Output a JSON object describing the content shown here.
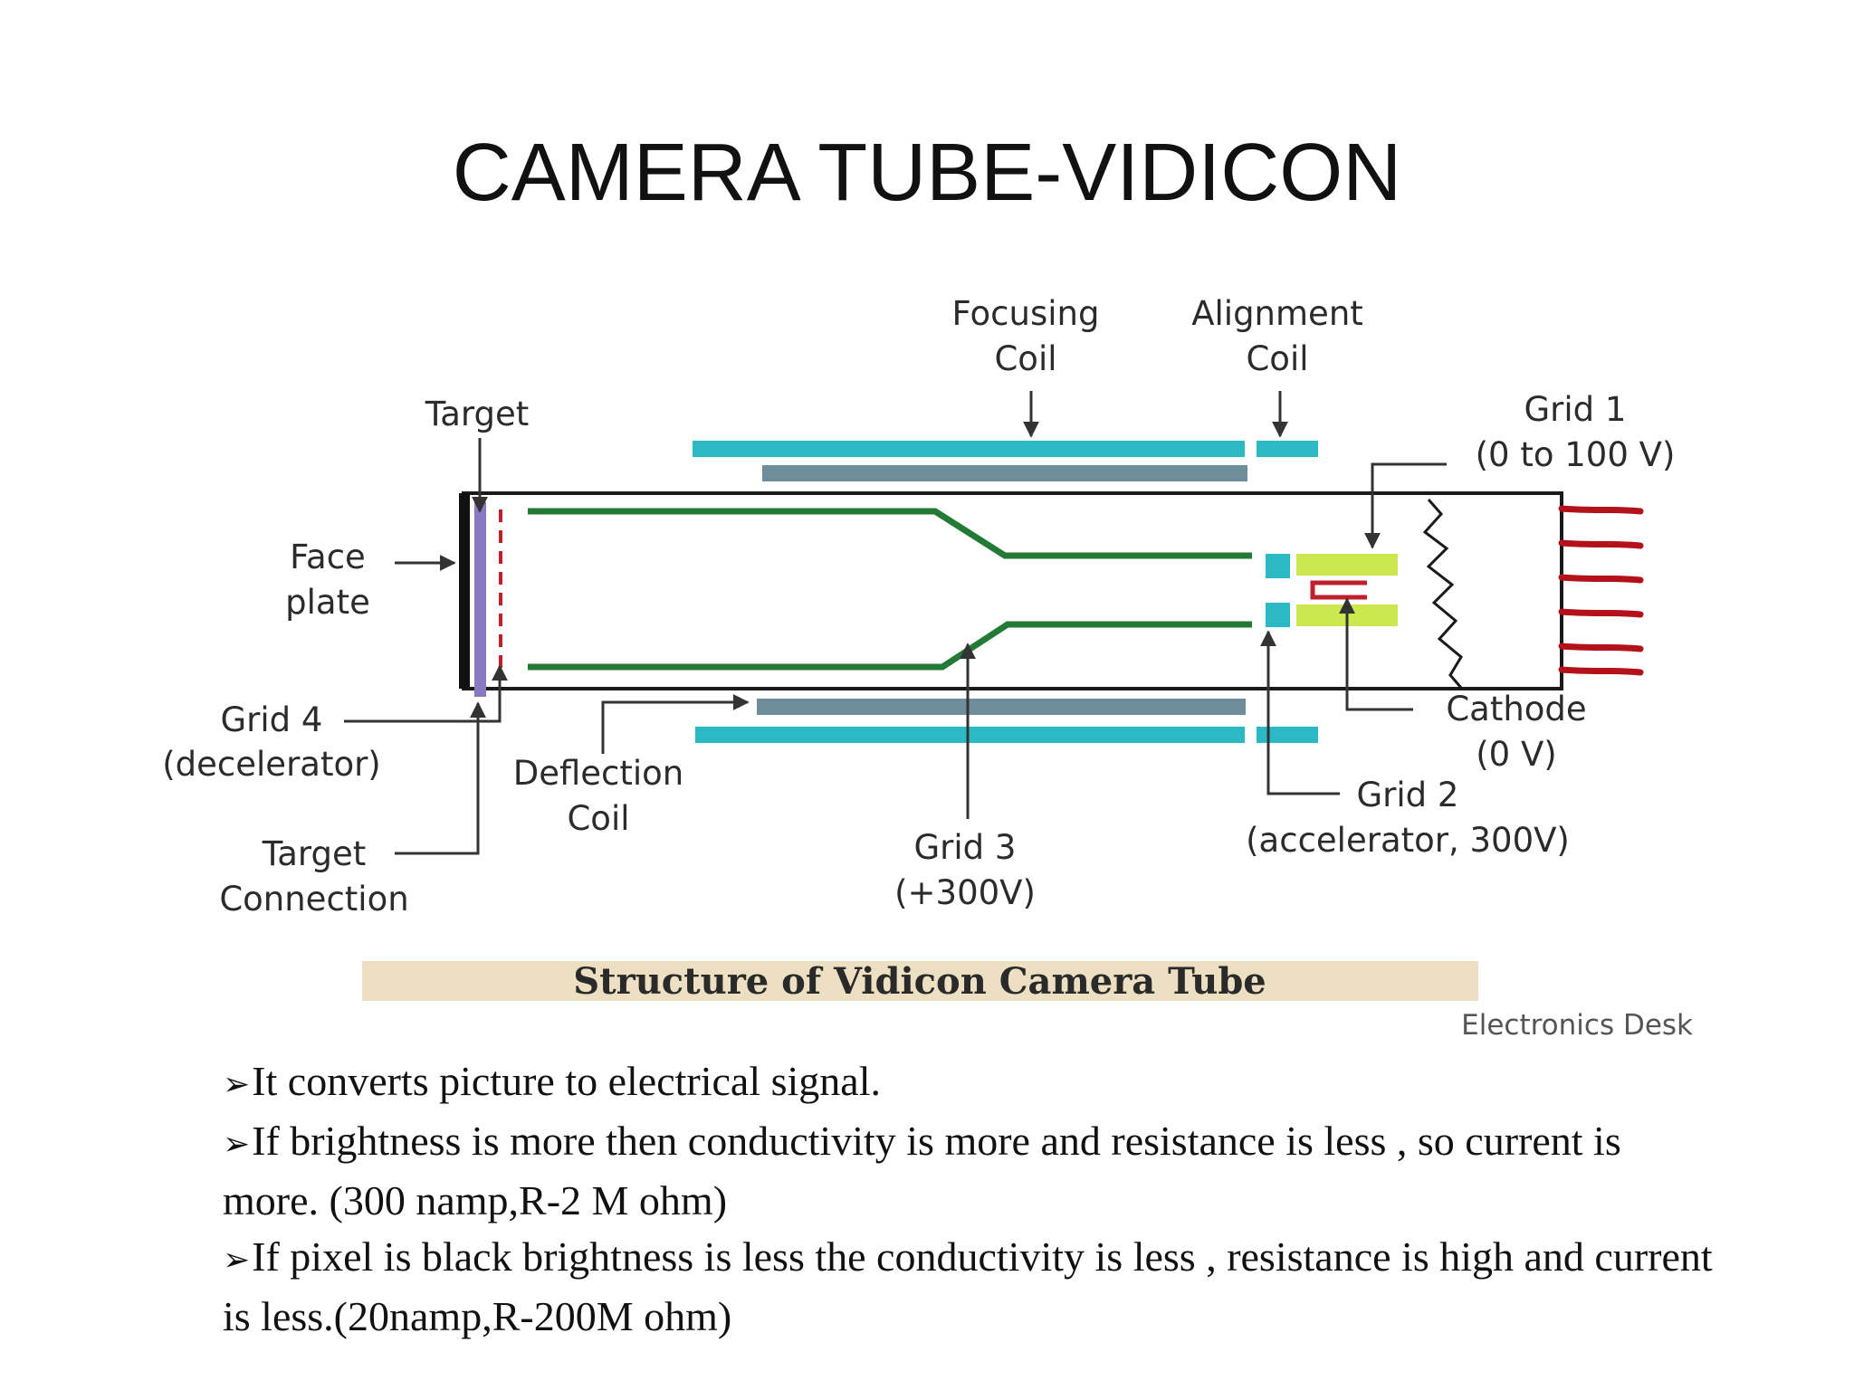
{
  "slide": {
    "title": "CAMERA TUBE-VIDICON"
  },
  "diagram": {
    "labels": {
      "focusing_coil_1": "Focusing",
      "focusing_coil_2": "Coil",
      "alignment_coil_1": "Alignment",
      "alignment_coil_2": "Coil",
      "target": "Target",
      "grid1_1": "Grid 1",
      "grid1_2": "(0 to 100 V)",
      "face_plate_1": "Face",
      "face_plate_2": "plate",
      "grid4_1": "Grid 4",
      "grid4_2": "(decelerator)",
      "deflection_coil_1": "Deflection",
      "deflection_coil_2": "Coil",
      "cathode_1": "Cathode",
      "cathode_2": "(0 V)",
      "grid2_1": "Grid 2",
      "grid2_2": "(accelerator, 300V)",
      "grid3_1": "Grid 3",
      "grid3_2": "(+300V)",
      "target_connection_1": "Target",
      "target_connection_2": "Connection"
    },
    "caption": "Structure of Vidicon Camera Tube",
    "credit": "Electronics Desk",
    "colors": {
      "coil_cyan": "#2cb9c6",
      "coil_slate": "#6f8e9c",
      "grid3_green": "#237a36",
      "target_purple": "#8a78c2",
      "grid4_red": "#c0202a",
      "grid1_yellow": "#cde84f",
      "cathode_red": "#c0202a",
      "pins_red": "#b4121a",
      "caption_banner": "#ecdfc2"
    }
  },
  "bullets": [
    {
      "marker": "➢",
      "text": "It converts picture to electrical signal."
    },
    {
      "marker": "➢",
      "text": "If brightness is more then conductivity is more and resistance is less , so current is more. (300 namp,R-2 M ohm)"
    },
    {
      "marker": "➢",
      "text": "If pixel is black brightness is less the conductivity is less , resistance is high and current is less.(20namp,R-200M ohm)"
    }
  ]
}
